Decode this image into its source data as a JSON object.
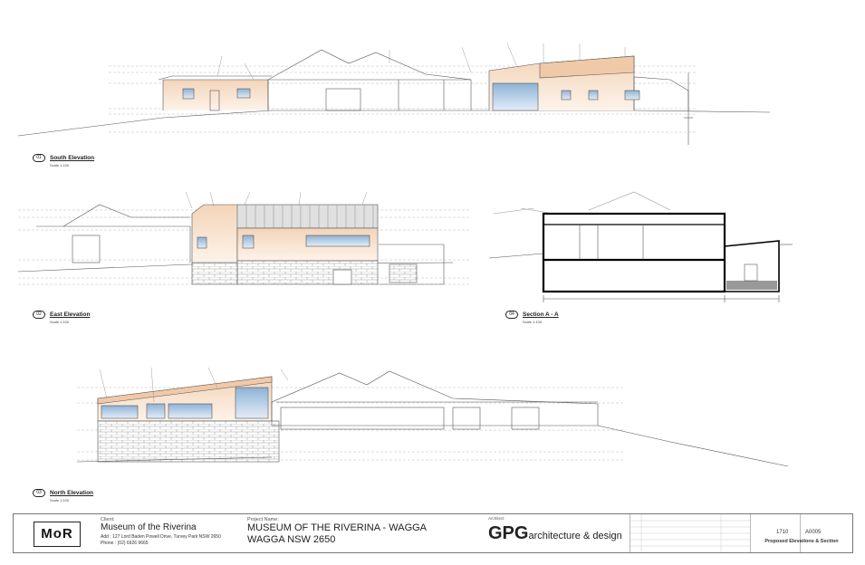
{
  "views": [
    {
      "number": "01",
      "title": "South Elevation",
      "scale": "Scale 1:100"
    },
    {
      "number": "02",
      "title": "East Elevation",
      "scale": "Scale 1:100"
    },
    {
      "number": "04",
      "title": "Section A - A",
      "scale": "Scale 1:100"
    },
    {
      "number": "03",
      "title": "North Elevation",
      "scale": "Scale 1:100"
    }
  ],
  "title_block": {
    "client_label": "Client:",
    "client_name": "Museum of the Riverina",
    "client_address": "Add : 127 Lord Baden Powell Drive, Turvey Park NSW 2650",
    "client_phone": "Phone : (02) 6926 9665",
    "logo_text": "MoR",
    "project_label": "Project Name:",
    "project_name_1": "MUSEUM OF THE RIVERINA  - WAGGA",
    "project_name_2": "WAGGA NSW 2650",
    "architect_label": "Architect",
    "architect_logo": "GPG",
    "architect_suffix": "architecture & design",
    "project_no": "1710",
    "drawing_no": "A0005",
    "drawing_title": "Proposed Elevations & Section"
  },
  "colors": {
    "line": "#555555",
    "glazing": "#a9c4e0",
    "cladding": "#f0c9a8"
  }
}
